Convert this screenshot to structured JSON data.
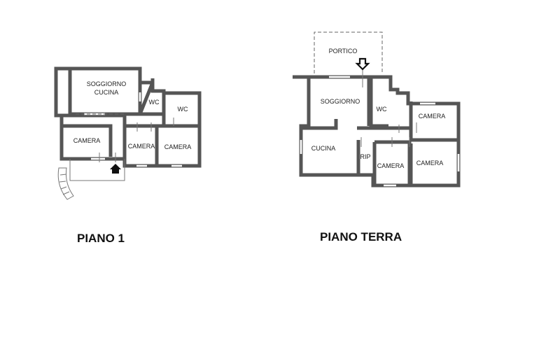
{
  "piano1": {
    "title": "PIANO 1",
    "rooms": {
      "soggiorno_cucina_line1": "SOGGIORNO",
      "soggiorno_cucina_line2": "CUCINA",
      "wc1": "WC",
      "wc2": "WC",
      "camera_left": "CAMERA",
      "camera_mid": "CAMERA",
      "camera_right": "CAMERA"
    }
  },
  "piano_terra": {
    "title": "PIANO TERRA",
    "rooms": {
      "portico": "PORTICO",
      "soggiorno": "SOGGIORNO",
      "wc": "WC",
      "camera_top_right": "CAMERA",
      "cucina": "CUCINA",
      "rip": "RIP",
      "camera_bottom_mid": "CAMERA",
      "camera_bottom_right": "CAMERA"
    }
  }
}
